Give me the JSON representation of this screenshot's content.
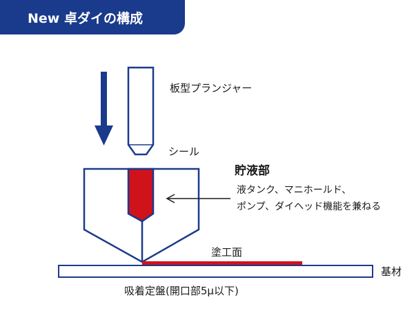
{
  "title": "New 卓ダイの構成",
  "labels": {
    "plunger": "板型プランジャー",
    "seal": "シール",
    "reservoir": "貯液部",
    "reservoir_desc_1": "液タンク、マニホールド、",
    "reservoir_desc_2": "ポンプ、ダイヘッド機能を兼ねる",
    "coating": "塗工面",
    "substrate": "基材",
    "chuck": "吸着定盤(開口部5μ以下)"
  },
  "colors": {
    "accent": "#1a3a8c",
    "liquid": "#d0121b",
    "outline": "#1a3a8c"
  }
}
